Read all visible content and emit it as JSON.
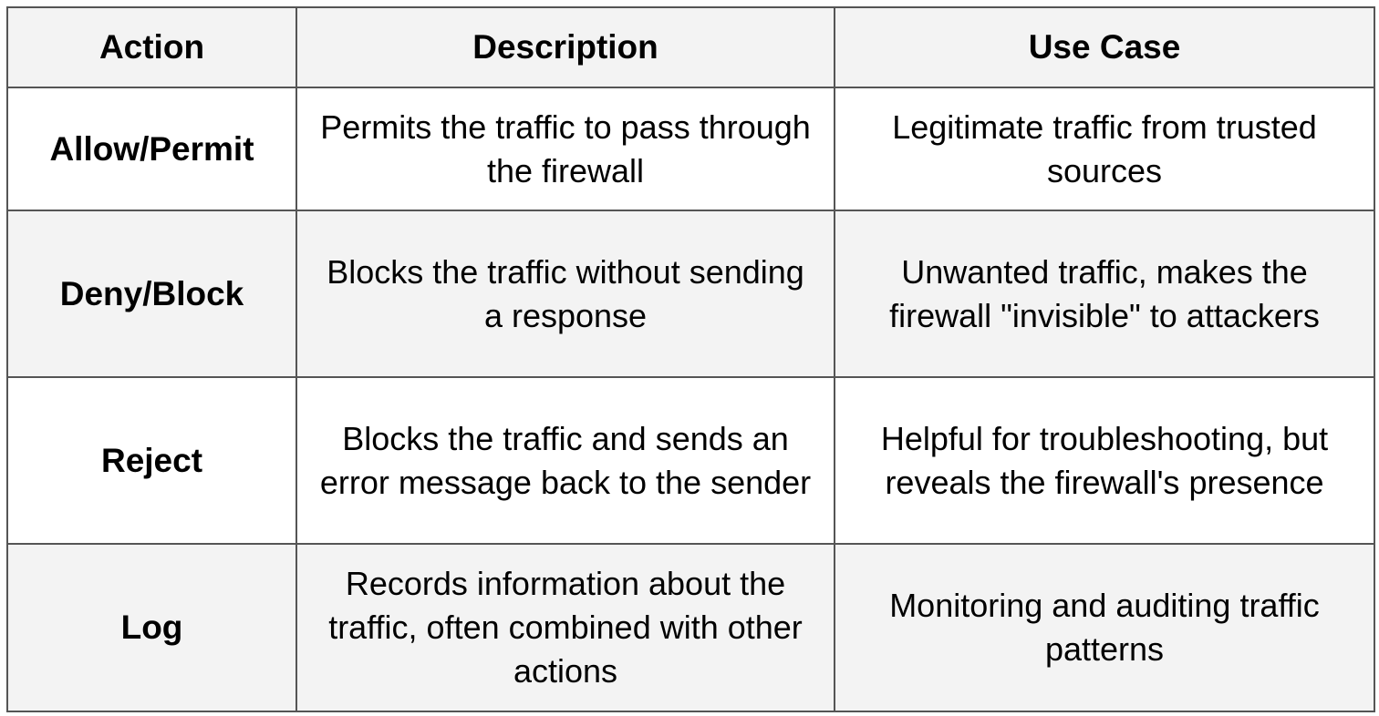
{
  "table": {
    "headers": {
      "action": "Action",
      "description": "Description",
      "use_case": "Use Case"
    },
    "rows": [
      {
        "action": "Allow/Permit",
        "description": "Permits the traffic to pass through the firewall",
        "use_case": "Legitimate traffic from trusted sources"
      },
      {
        "action": "Deny/Block",
        "description": "Blocks the traffic without sending a response",
        "use_case": "Unwanted traffic, makes the firewall \"invisible\" to attackers"
      },
      {
        "action": "Reject",
        "description": "Blocks the traffic and sends an error message back to the sender",
        "use_case": "Helpful for troubleshooting, but reveals the firewall's presence"
      },
      {
        "action": "Log",
        "description": "Records information about the traffic, often combined with other actions",
        "use_case": "Monitoring and auditing traffic patterns"
      }
    ],
    "colors": {
      "header_background": "#f3f3f3",
      "alt_row_background": "#f3f3f3",
      "border": "#555555"
    }
  }
}
